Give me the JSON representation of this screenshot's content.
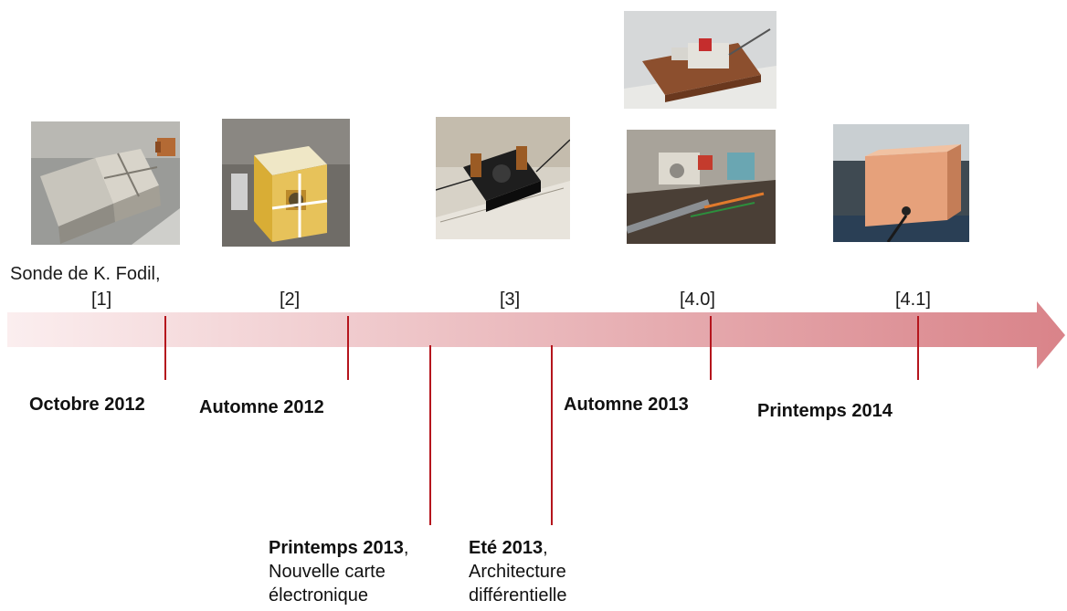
{
  "colors": {
    "arrow_start": "#fbeeef",
    "arrow_end": "#d98389",
    "tick": "#b5151d"
  },
  "timeline": {
    "events": [
      {
        "id": "oct2012",
        "date": "Octobre 2012",
        "ref_line1": "Sonde de K. Fodil,",
        "ref_line2": "[1]"
      },
      {
        "id": "aut2012",
        "date": "Automne 2012",
        "ref": "[2]"
      },
      {
        "id": "spr2013",
        "date": "Printemps 2013",
        "date_suffix": ",",
        "desc_line1": "Nouvelle carte",
        "desc_line2": "électronique"
      },
      {
        "id": "sum2013",
        "date": "Eté 2013",
        "date_suffix": ",",
        "desc_line1": "Architecture",
        "desc_line2": "différentielle",
        "ref": "[3]"
      },
      {
        "id": "aut2013",
        "date": "Automne 2013",
        "ref": "[4.0]"
      },
      {
        "id": "spr2014",
        "date": "Printemps 2014",
        "ref": "[4.1]"
      }
    ]
  },
  "photos": [
    {
      "name": "probe-photo-fodil",
      "subject": "grey probe block with coil"
    },
    {
      "name": "probe-photo-yellow-cube",
      "subject": "yellow cube probe"
    },
    {
      "name": "probe-photo-black-coils",
      "subject": "black probe with two coils"
    },
    {
      "name": "probe-photo-v40-top",
      "subject": "probe on copper base"
    },
    {
      "name": "probe-photo-v40-bottom",
      "subject": "probe on circuit board"
    },
    {
      "name": "probe-photo-copper-box",
      "subject": "copper shielding box"
    }
  ]
}
